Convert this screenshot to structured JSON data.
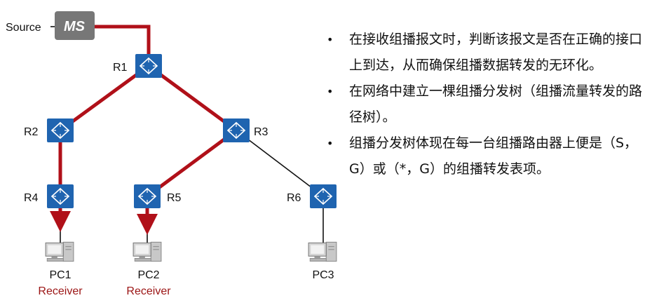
{
  "diagram": {
    "source_label": "Source",
    "ms_label": "MS",
    "routers": [
      {
        "id": "R1",
        "label": "R1"
      },
      {
        "id": "R2",
        "label": "R2"
      },
      {
        "id": "R3",
        "label": "R3"
      },
      {
        "id": "R4",
        "label": "R4"
      },
      {
        "id": "R5",
        "label": "R5"
      },
      {
        "id": "R6",
        "label": "R6"
      }
    ],
    "pcs": [
      {
        "id": "PC1",
        "label": "PC1",
        "role": "Receiver"
      },
      {
        "id": "PC2",
        "label": "PC2",
        "role": "Receiver"
      },
      {
        "id": "PC3",
        "label": "PC3",
        "role": ""
      }
    ],
    "colors": {
      "router": "#1f64b0",
      "path": "#b01019",
      "ms_box": "#777777",
      "receiver_text": "#9b1414"
    }
  },
  "bullets": [
    "在接收组播报文时，判断该报文是否在正确的接口上到达，从而确保组播数据转发的无环化。",
    "在网络中建立一棵组播分发树（组播流量转发的路径树）。",
    "组播分发树体现在每一台组播路由器上便是（S，G）或（*，G）的组播转发表项。"
  ]
}
